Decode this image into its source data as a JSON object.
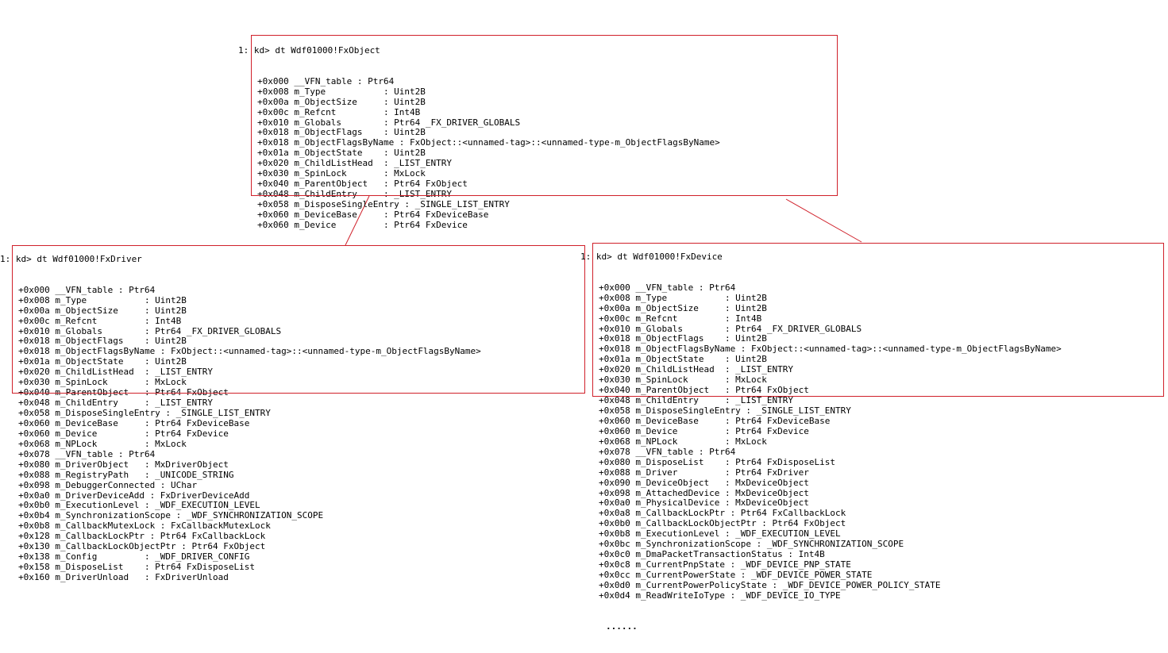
{
  "colors": {
    "highlight": "#d0202a",
    "text": "#000000",
    "background": "#ffffff"
  },
  "fx_object": {
    "command": "1: kd> dt Wdf01000!FxObject",
    "lines": [
      "+0x000 __VFN_table : Ptr64",
      "+0x008 m_Type           : Uint2B",
      "+0x00a m_ObjectSize     : Uint2B",
      "+0x00c m_Refcnt         : Int4B",
      "+0x010 m_Globals        : Ptr64 _FX_DRIVER_GLOBALS",
      "+0x018 m_ObjectFlags    : Uint2B",
      "+0x018 m_ObjectFlagsByName : FxObject::<unnamed-tag>::<unnamed-type-m_ObjectFlagsByName>",
      "+0x01a m_ObjectState    : Uint2B",
      "+0x020 m_ChildListHead  : _LIST_ENTRY",
      "+0x030 m_SpinLock       : MxLock",
      "+0x040 m_ParentObject   : Ptr64 FxObject",
      "+0x048 m_ChildEntry     : _LIST_ENTRY",
      "+0x058 m_DisposeSingleEntry : _SINGLE_LIST_ENTRY",
      "+0x060 m_DeviceBase     : Ptr64 FxDeviceBase",
      "+0x060 m_Device         : Ptr64 FxDevice"
    ]
  },
  "fx_driver": {
    "command": "1: kd> dt Wdf01000!FxDriver",
    "lines": [
      "+0x000 __VFN_table : Ptr64",
      "+0x008 m_Type           : Uint2B",
      "+0x00a m_ObjectSize     : Uint2B",
      "+0x00c m_Refcnt         : Int4B",
      "+0x010 m_Globals        : Ptr64 _FX_DRIVER_GLOBALS",
      "+0x018 m_ObjectFlags    : Uint2B",
      "+0x018 m_ObjectFlagsByName : FxObject::<unnamed-tag>::<unnamed-type-m_ObjectFlagsByName>",
      "+0x01a m_ObjectState    : Uint2B",
      "+0x020 m_ChildListHead  : _LIST_ENTRY",
      "+0x030 m_SpinLock       : MxLock",
      "+0x040 m_ParentObject   : Ptr64 FxObject",
      "+0x048 m_ChildEntry     : _LIST_ENTRY",
      "+0x058 m_DisposeSingleEntry : _SINGLE_LIST_ENTRY",
      "+0x060 m_DeviceBase     : Ptr64 FxDeviceBase",
      "+0x060 m_Device         : Ptr64 FxDevice",
      "+0x068 m_NPLock         : MxLock",
      "+0x078 __VFN_table : Ptr64",
      "+0x080 m_DriverObject   : MxDriverObject",
      "+0x088 m_RegistryPath   : _UNICODE_STRING",
      "+0x098 m_DebuggerConnected : UChar",
      "+0x0a0 m_DriverDeviceAdd : FxDriverDeviceAdd",
      "+0x0b0 m_ExecutionLevel : _WDF_EXECUTION_LEVEL",
      "+0x0b4 m_SynchronizationScope : _WDF_SYNCHRONIZATION_SCOPE",
      "+0x0b8 m_CallbackMutexLock : FxCallbackMutexLock",
      "+0x128 m_CallbackLockPtr : Ptr64 FxCallbackLock",
      "+0x130 m_CallbackLockObjectPtr : Ptr64 FxObject",
      "+0x138 m_Config         : _WDF_DRIVER_CONFIG",
      "+0x158 m_DisposeList    : Ptr64 FxDisposeList",
      "+0x160 m_DriverUnload   : FxDriverUnload"
    ]
  },
  "fx_device": {
    "command": "1: kd> dt Wdf01000!FxDevice",
    "lines": [
      "+0x000 __VFN_table : Ptr64",
      "+0x008 m_Type           : Uint2B",
      "+0x00a m_ObjectSize     : Uint2B",
      "+0x00c m_Refcnt         : Int4B",
      "+0x010 m_Globals        : Ptr64 _FX_DRIVER_GLOBALS",
      "+0x018 m_ObjectFlags    : Uint2B",
      "+0x018 m_ObjectFlagsByName : FxObject::<unnamed-tag>::<unnamed-type-m_ObjectFlagsByName>",
      "+0x01a m_ObjectState    : Uint2B",
      "+0x020 m_ChildListHead  : _LIST_ENTRY",
      "+0x030 m_SpinLock       : MxLock",
      "+0x040 m_ParentObject   : Ptr64 FxObject",
      "+0x048 m_ChildEntry     : _LIST_ENTRY",
      "+0x058 m_DisposeSingleEntry : _SINGLE_LIST_ENTRY",
      "+0x060 m_DeviceBase     : Ptr64 FxDeviceBase",
      "+0x060 m_Device         : Ptr64 FxDevice",
      "+0x068 m_NPLock         : MxLock",
      "+0x078 __VFN_table : Ptr64",
      "+0x080 m_DisposeList    : Ptr64 FxDisposeList",
      "+0x088 m_Driver         : Ptr64 FxDriver",
      "+0x090 m_DeviceObject   : MxDeviceObject",
      "+0x098 m_AttachedDevice : MxDeviceObject",
      "+0x0a0 m_PhysicalDevice : MxDeviceObject",
      "+0x0a8 m_CallbackLockPtr : Ptr64 FxCallbackLock",
      "+0x0b0 m_CallbackLockObjectPtr : Ptr64 FxObject",
      "+0x0b8 m_ExecutionLevel : _WDF_EXECUTION_LEVEL",
      "+0x0bc m_SynchronizationScope : _WDF_SYNCHRONIZATION_SCOPE",
      "+0x0c0 m_DmaPacketTransactionStatus : Int4B",
      "+0x0c8 m_CurrentPnpState : _WDF_DEVICE_PNP_STATE",
      "+0x0cc m_CurrentPowerState : _WDF_DEVICE_POWER_STATE",
      "+0x0d0 m_CurrentPowerPolicyState : _WDF_DEVICE_POWER_POLICY_STATE",
      "+0x0d4 m_ReadWriteIoType : _WDF_DEVICE_IO_TYPE"
    ],
    "ellipsis": "......"
  }
}
